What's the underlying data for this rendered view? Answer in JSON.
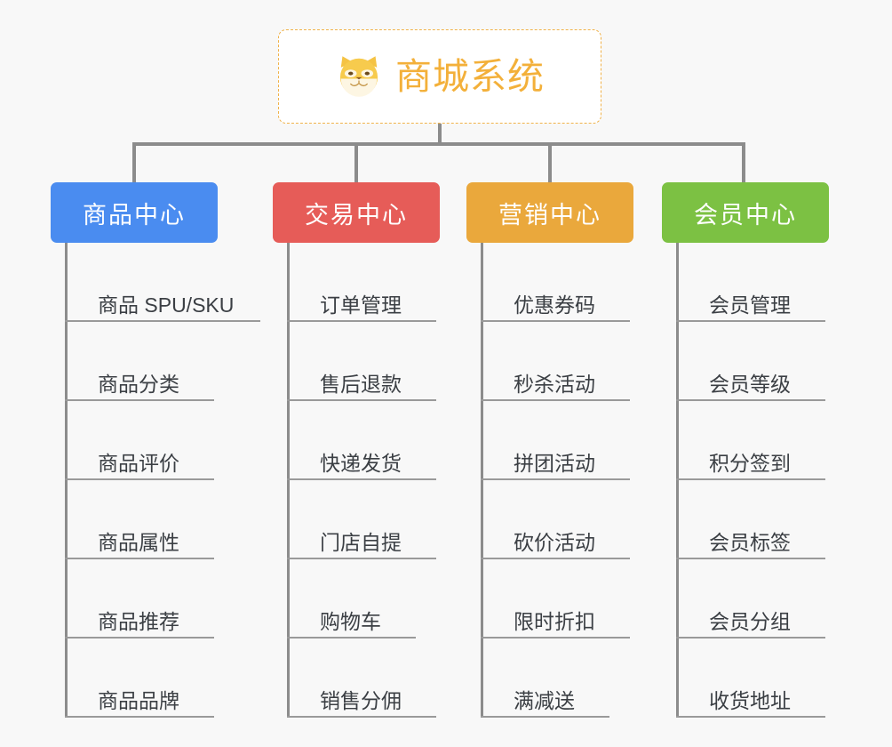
{
  "background_color": "#f8f8f8",
  "root": {
    "title": "商城系统",
    "icon": "shiba-dog-face-icon",
    "text_color": "#f3b03a",
    "border_color": "#f0b24a",
    "background_color": "#ffffff"
  },
  "columns": [
    {
      "id": "product-center",
      "title": "商品中心",
      "color": "#4a8cf0",
      "items": [
        "商品 SPU/SKU",
        "商品分类",
        "商品评价",
        "商品属性",
        "商品推荐",
        "商品品牌"
      ]
    },
    {
      "id": "trade-center",
      "title": "交易中心",
      "color": "#e65c58",
      "items": [
        "订单管理",
        "售后退款",
        "快递发货",
        "门店自提",
        "购物车",
        "销售分佣"
      ]
    },
    {
      "id": "marketing-center",
      "title": "营销中心",
      "color": "#eaa83c",
      "items": [
        "优惠券码",
        "秒杀活动",
        "拼团活动",
        "砍价活动",
        "限时折扣",
        "满减送"
      ]
    },
    {
      "id": "member-center",
      "title": "会员中心",
      "color": "#7cc143",
      "items": [
        "会员管理",
        "会员等级",
        "积分签到",
        "会员标签",
        "会员分组",
        "收货地址"
      ]
    }
  ],
  "connector_color": "#8c8c8c",
  "leaf_rule_color": "#9a9a9a",
  "leaf_text_color": "#3b3f44"
}
